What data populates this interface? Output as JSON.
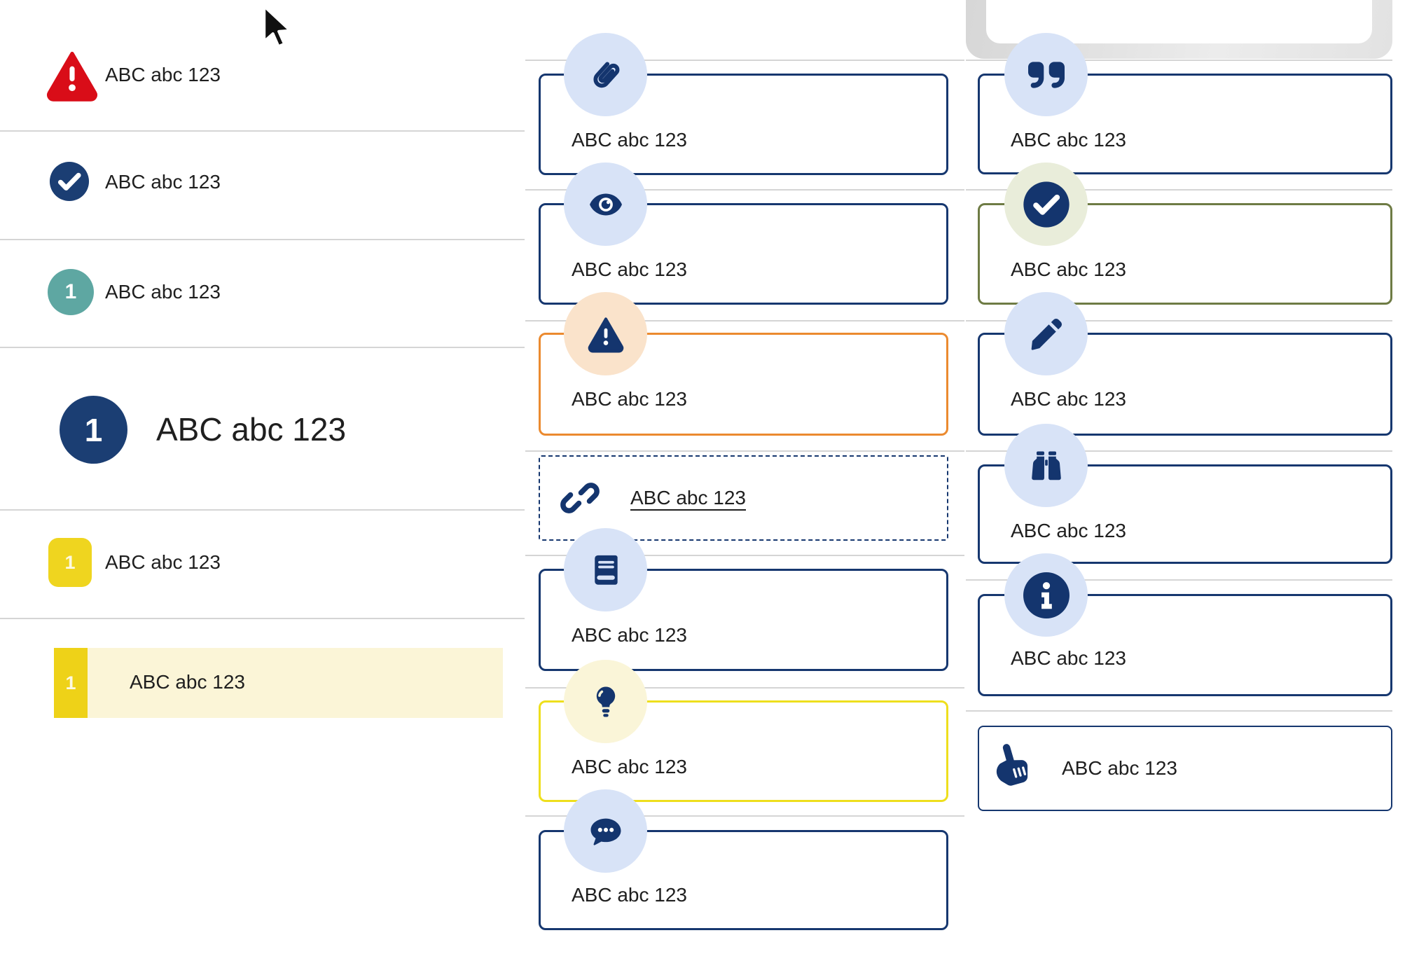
{
  "left_list": {
    "items": [
      {
        "icon": "warning-triangle-icon",
        "label": "ABC abc 123"
      },
      {
        "icon": "check-circle-icon",
        "label": "ABC abc 123"
      },
      {
        "icon": "number-badge-teal",
        "badge": "1",
        "label": "ABC abc 123"
      },
      {
        "icon": "number-badge-navy-large",
        "badge": "1",
        "label": "ABC abc 123"
      },
      {
        "icon": "number-badge-yellow",
        "badge": "1",
        "label": "ABC abc 123"
      },
      {
        "icon": "number-stripe-yellow",
        "badge": "1",
        "label": "ABC abc 123",
        "highlighted": true
      }
    ]
  },
  "middle_callouts": {
    "items": [
      {
        "icon": "paperclip-icon",
        "variant": "navy",
        "label": "ABC abc 123"
      },
      {
        "icon": "eye-icon",
        "variant": "navy",
        "label": "ABC abc 123"
      },
      {
        "icon": "warning-triangle-icon",
        "variant": "orange",
        "label": "ABC abc 123"
      },
      {
        "icon": "link-icon",
        "variant": "dashed-link",
        "label": "ABC abc 123"
      },
      {
        "icon": "book-icon",
        "variant": "navy",
        "label": "ABC abc 123"
      },
      {
        "icon": "lightbulb-icon",
        "variant": "yellow",
        "label": "ABC abc 123"
      },
      {
        "icon": "chat-bubble-icon",
        "variant": "navy",
        "label": "ABC abc 123"
      }
    ]
  },
  "right_callouts": {
    "items": [
      {
        "icon": "quote-icon",
        "variant": "navy",
        "label": "ABC abc 123"
      },
      {
        "icon": "check-circle-icon",
        "variant": "olive",
        "label": "ABC abc 123"
      },
      {
        "icon": "pencil-icon",
        "variant": "navy",
        "label": "ABC abc 123"
      },
      {
        "icon": "binoculars-icon",
        "variant": "navy",
        "label": "ABC abc 123"
      },
      {
        "icon": "info-icon",
        "variant": "navy",
        "label": "ABC abc 123"
      },
      {
        "icon": "hand-pointer-icon",
        "variant": "link",
        "label": "ABC abc 123"
      }
    ]
  },
  "colors": {
    "navy_border": "#16376f",
    "navy_icon": "#14356e",
    "navy_circle": "#1b3e73",
    "red": "#d90d18",
    "teal": "#5ea7a2",
    "orange": "#eb8a2f",
    "olive": "#6e7b44",
    "yellow_border": "#eedf1d",
    "yellow_badge": "#efd51f",
    "yellow_stripe": "#eed218",
    "cream_row": "#fbf5d7",
    "light_blue_circle": "#d8e3f7",
    "peach_circle": "#fae3cb",
    "cream_circle": "#faf5d8",
    "sage_circle": "#e9edda",
    "text": "#1f1f1f",
    "divider": "#d5d5d5"
  }
}
